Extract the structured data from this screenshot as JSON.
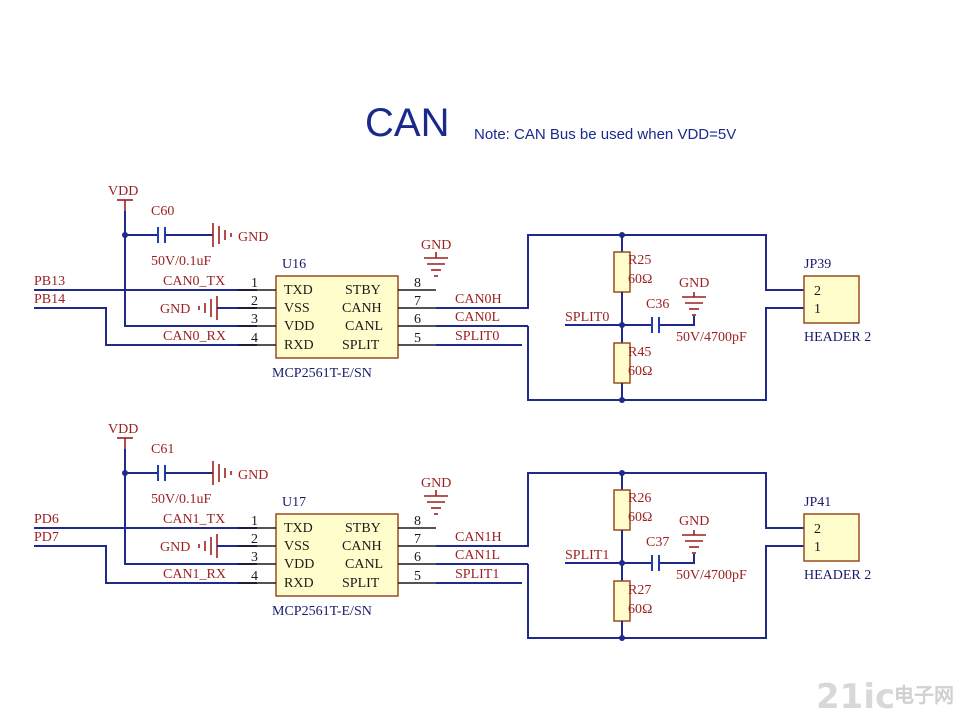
{
  "title": "CAN",
  "note": "Note: CAN Bus be used when VDD=5V",
  "watermark": {
    "brand": "21ic",
    "cn_text": "电子网"
  },
  "circuits": [
    {
      "vdd": "VDD",
      "cap_ref": "C60",
      "cap_val": "50V/0.1uF",
      "gnd": "GND",
      "ic_ref": "U16",
      "ic_part": "MCP2561T-E/SN",
      "in_net_1": "PB13",
      "in_net_2": "PB14",
      "tx_net": "CAN0_TX",
      "rx_net": "CAN0_RX",
      "canh_net": "CAN0H",
      "canl_net": "CAN0L",
      "split_net": "SPLIT0",
      "split_label": "SPLIT0",
      "r_top": "R25",
      "r_top_val": "60Ω",
      "r_bot": "R45",
      "r_bot_val": "60Ω",
      "cap2_ref": "C36",
      "cap2_val": "50V/4700pF",
      "hdr_ref": "JP39",
      "hdr_name": "HEADER 2"
    },
    {
      "vdd": "VDD",
      "cap_ref": "C61",
      "cap_val": "50V/0.1uF",
      "gnd": "GND",
      "ic_ref": "U17",
      "ic_part": "MCP2561T-E/SN",
      "in_net_1": "PD6",
      "in_net_2": "PD7",
      "tx_net": "CAN1_TX",
      "rx_net": "CAN1_RX",
      "canh_net": "CAN1H",
      "canl_net": "CAN1L",
      "split_net": "SPLIT1",
      "split_label": "SPLIT1",
      "r_top": "R26",
      "r_top_val": "60Ω",
      "r_bot": "R27",
      "r_bot_val": "60Ω",
      "cap2_ref": "C37",
      "cap2_val": "50V/4700pF",
      "hdr_ref": "JP41",
      "hdr_name": "HEADER 2"
    }
  ],
  "ic_pins": {
    "left": [
      {
        "num": "1",
        "name": "TXD"
      },
      {
        "num": "2",
        "name": "VSS"
      },
      {
        "num": "3",
        "name": "VDD"
      },
      {
        "num": "4",
        "name": "RXD"
      }
    ],
    "right": [
      {
        "num": "8",
        "name": "STBY"
      },
      {
        "num": "7",
        "name": "CANH"
      },
      {
        "num": "6",
        "name": "CANL"
      },
      {
        "num": "5",
        "name": "SPLIT"
      }
    ]
  },
  "header_pins": [
    "2",
    "1"
  ]
}
